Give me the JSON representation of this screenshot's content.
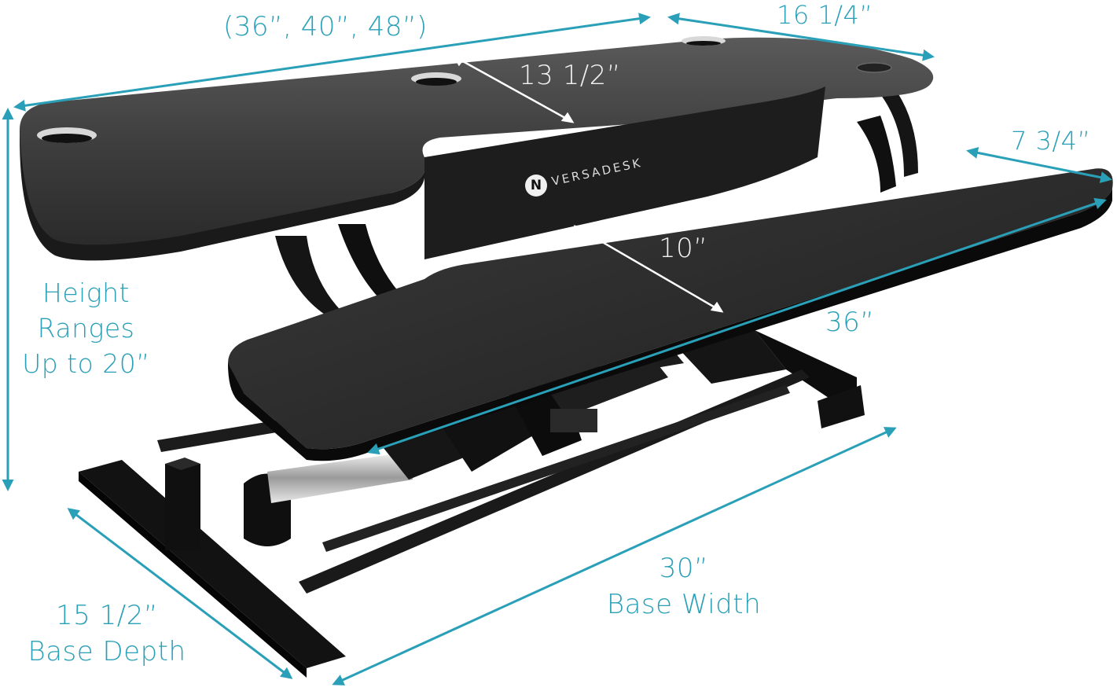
{
  "product": {
    "brand_name": "VERSADESK",
    "brand_logo_icon": "versadesk-logo-icon"
  },
  "accent_color": "#2aa0b8",
  "dimensions": {
    "desk_width_options": "(36”, 40”, 48”)",
    "desk_depth": "16 1/4”",
    "upper_inner_depth": "13 1/2”",
    "keyboard_tray_depth": "7 3/4”",
    "tray_clearance": "10”",
    "keyboard_tray_width": "36”",
    "height_range": {
      "line1": "Height",
      "line2": "Ranges",
      "line3": "Up to 20”"
    },
    "base_width": {
      "value": "30”",
      "caption": "Base Width"
    },
    "base_depth": {
      "value": "15 1/2”",
      "caption": "Base Depth"
    }
  }
}
